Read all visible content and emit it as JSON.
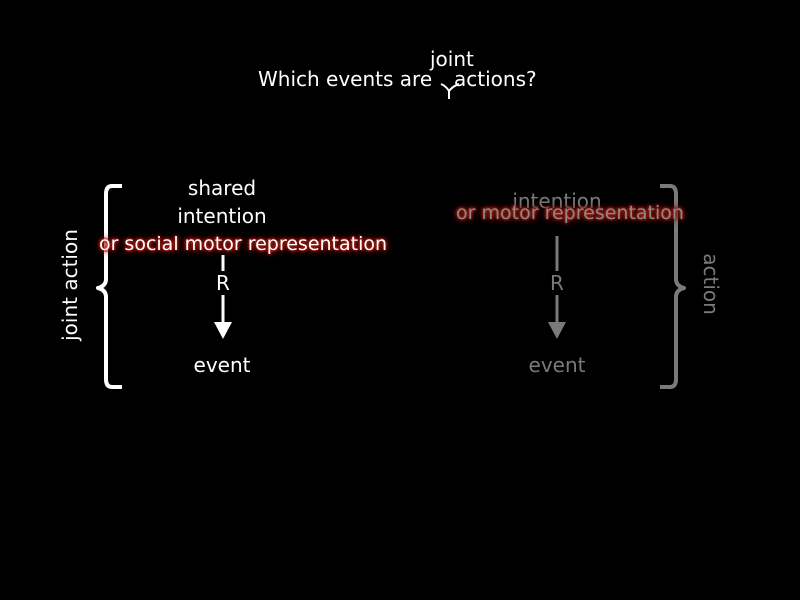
{
  "title": {
    "insert_word": "joint",
    "text_before": "Which events are",
    "text_after": "actions?"
  },
  "left": {
    "side_label": "joint action",
    "line1": "shared",
    "line2": "intention",
    "highlight": "or social motor representation",
    "relation": "R",
    "outcome": "event"
  },
  "right": {
    "side_label": "action",
    "cause": "intention",
    "highlight": "or motor representation",
    "relation": "R",
    "outcome": "event"
  },
  "colors": {
    "background": "#000000",
    "primary": "#ffffff",
    "muted": "#7a7a7a",
    "highlight_glow": "#c0241a"
  }
}
